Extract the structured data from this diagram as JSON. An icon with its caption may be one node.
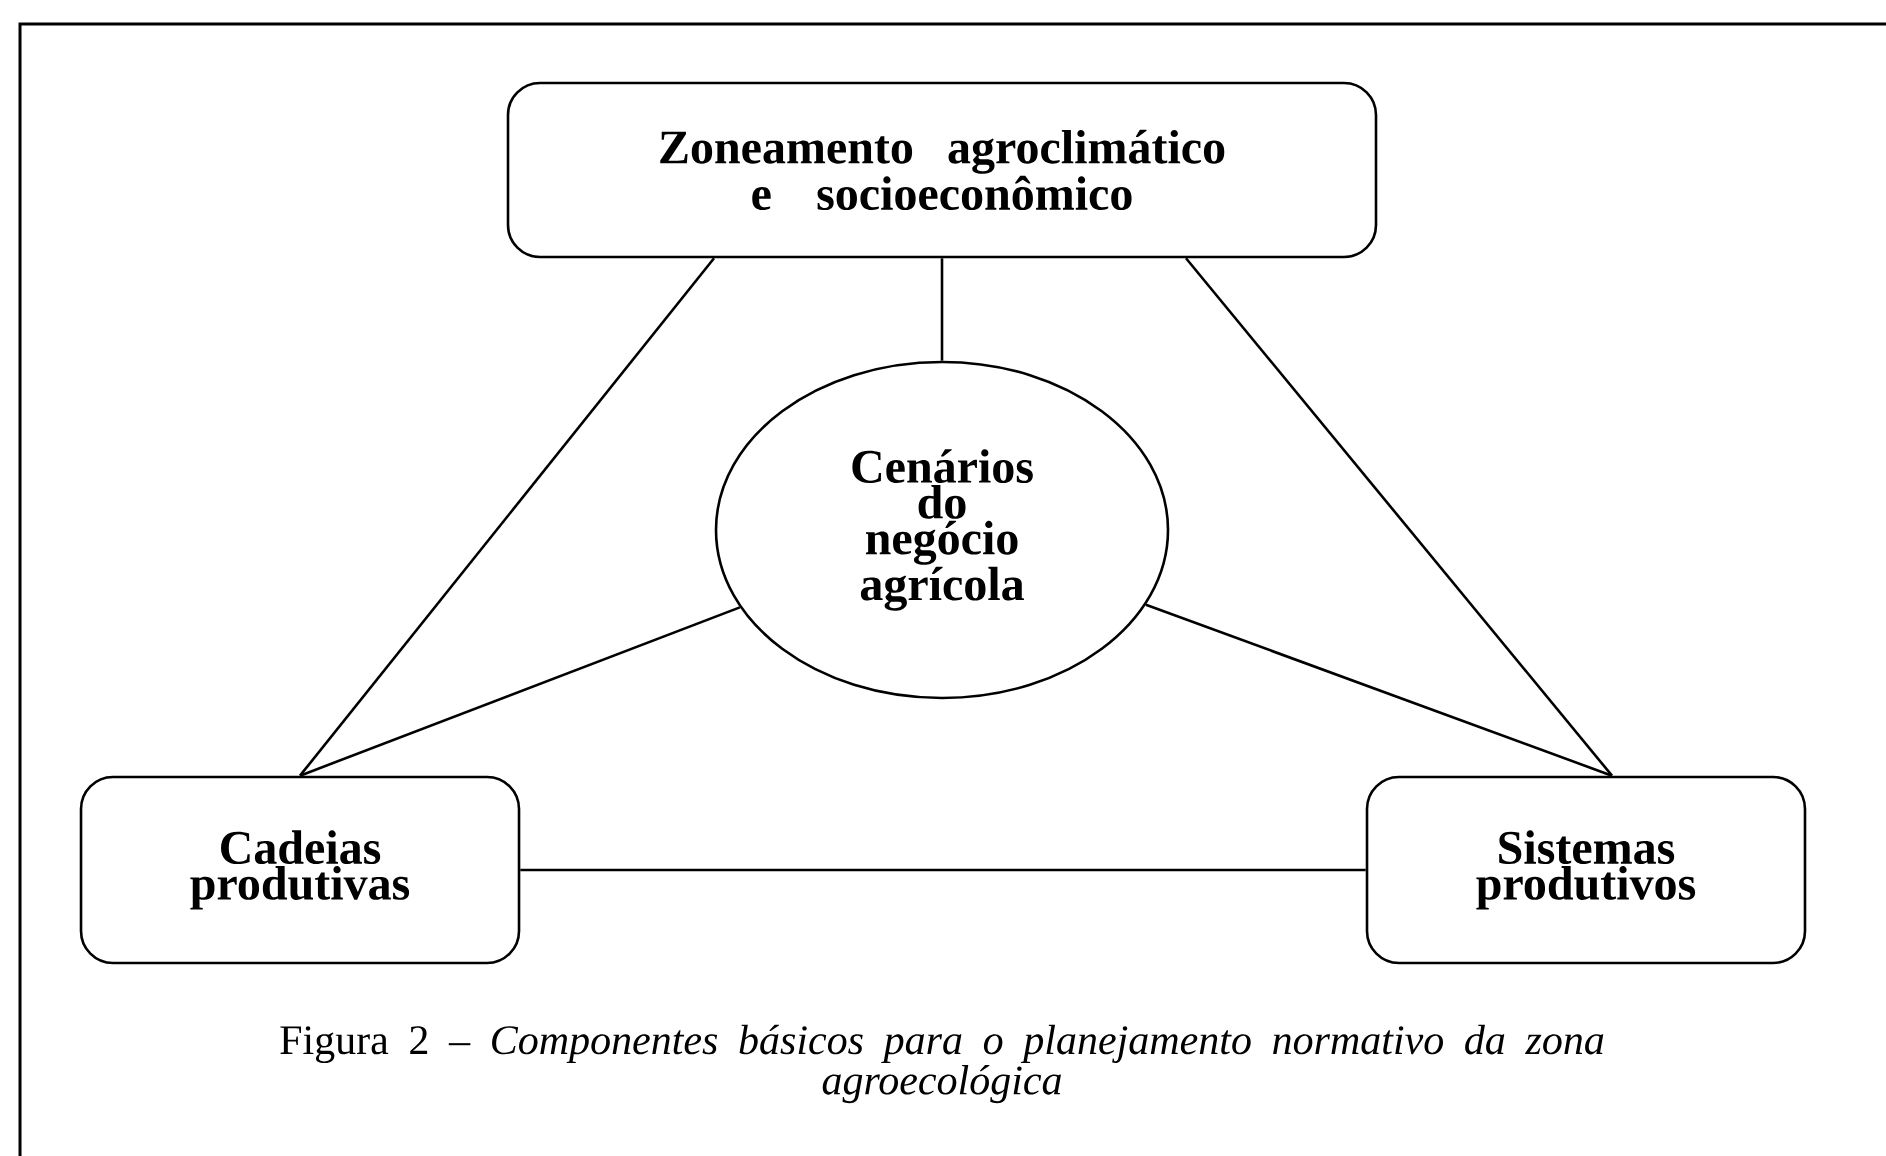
{
  "diagram": {
    "caption": "Figura 2 – *Componentes básicos para o planejamento normativo da zona agroecológica*",
    "nodes": [
      {
        "text": [
          "Zoneamento agroclimático e socioeconômico"
        ]
      },
      {
        "text": [
          "Cenários do negócio agrícola"
        ]
      },
      {
        "text": [
          "Cadeias produtivas"
        ]
      },
      {
        "text": [
          "Sistemas produtivos"
        ]
      }
    ],
    "edges": [
      {
        "from": 0,
        "to": 1,
        "arrow": "none"
      },
      {
        "from": 0,
        "to": 2,
        "arrow": "none"
      },
      {
        "from": 0,
        "to": 3,
        "arrow": "none"
      },
      {
        "from": 1,
        "to": 2,
        "arrow": "none"
      },
      {
        "from": 1,
        "to": 3,
        "arrow": "none"
      },
      {
        "from": 2,
        "to": 3,
        "arrow": "none"
      }
    ]
  }
}
